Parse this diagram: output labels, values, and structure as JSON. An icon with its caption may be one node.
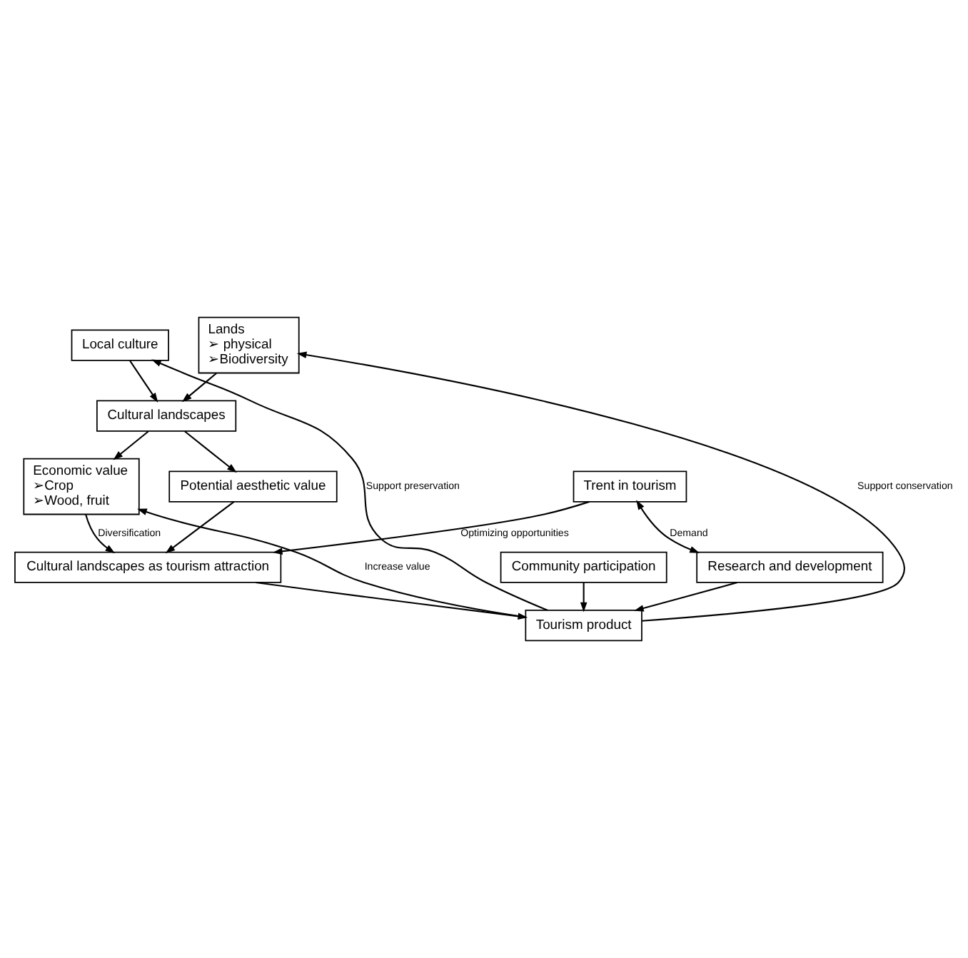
{
  "diagram": {
    "nodes": [
      {
        "text": [
          "Local culture"
        ]
      },
      {
        "text": [
          "Lands",
          "➢ physical",
          "➢Biodiversity"
        ]
      },
      {
        "text": [
          "Cultural landscapes"
        ]
      },
      {
        "text": [
          "Economic value",
          "➢Crop",
          "➢Wood, fruit"
        ]
      },
      {
        "text": [
          "Potential aesthetic value"
        ]
      },
      {
        "text": [
          "Trent in tourism"
        ]
      },
      {
        "text": [
          "Cultural landscapes as tourism attraction"
        ]
      },
      {
        "text": [
          "Community participation"
        ]
      },
      {
        "text": [
          "Research and development"
        ]
      },
      {
        "text": [
          "Tourism product"
        ]
      }
    ],
    "edges": [
      {
        "from": 0,
        "to": 2,
        "arrow": "to"
      },
      {
        "from": 1,
        "to": 2,
        "arrow": "to"
      },
      {
        "from": 2,
        "to": 3,
        "arrow": "to"
      },
      {
        "from": 2,
        "to": 4,
        "arrow": "to"
      },
      {
        "from": 4,
        "to": 6,
        "arrow": "to"
      },
      {
        "from": 3,
        "to": 6,
        "arrow": "to",
        "label": "Diversification"
      },
      {
        "from": 5,
        "to": 6,
        "arrow": "to",
        "label": "Optimizing opportunities"
      },
      {
        "from": 5,
        "to": 8,
        "arrow": "both",
        "label": "Demand"
      },
      {
        "from": 6,
        "to": 9,
        "arrow": "to"
      },
      {
        "from": 7,
        "to": 9,
        "arrow": "to"
      },
      {
        "from": 8,
        "to": 9,
        "arrow": "to"
      },
      {
        "from": 9,
        "to": 3,
        "arrow": "to",
        "label": "Increase value"
      },
      {
        "from": 9,
        "to": 0,
        "arrow": "to",
        "label": "Support preservation"
      },
      {
        "from": 9,
        "to": 1,
        "arrow": "to",
        "label": "Support conservation"
      }
    ]
  }
}
